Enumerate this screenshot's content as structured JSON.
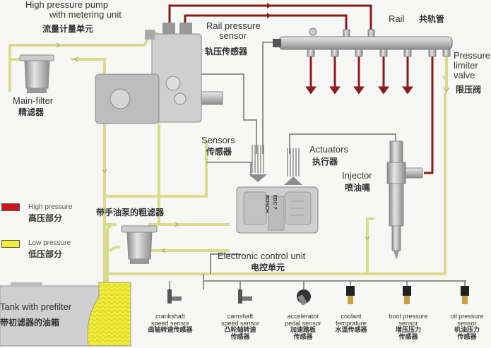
{
  "title": "Common rail fuel injection system",
  "colors": {
    "high_pressure": "#8b1a1a",
    "low_pressure": "#d8dc8c",
    "signal": "#666666",
    "legend_high": "#d0161a",
    "legend_low": "#f2ee30",
    "background": "#f7f7f5"
  },
  "labels": {
    "pump_en1": "High pressure  pump",
    "pump_en2": "with metering unit",
    "pump_cn": "流量计量单元",
    "rail_sensor_en1": "Rail pressure",
    "rail_sensor_en2": "sensor",
    "rail_sensor_cn": "轨压传感器",
    "rail_en": "Rail",
    "rail_cn": "共轨管",
    "limiter_en1": "Pressure",
    "limiter_en2": "limiter",
    "limiter_en3": "valve",
    "limiter_cn": "限压阀",
    "main_filter_en": "Main-filter",
    "main_filter_cn": "精滤器",
    "sensors_en": "Sensors",
    "sensors_cn": "传感器",
    "actuators_en": "Actuators",
    "actuators_cn": "执行器",
    "injector_en": "Injector",
    "injector_cn": "喷油嘴",
    "prefilter_cn": "带手油泵的粗滤器",
    "ecu_en": "Electronic control unit",
    "ecu_cn": "电控单元",
    "ecu_brand1": "BOSCH",
    "ecu_brand2": "EDC 7",
    "tank_en": "Tank with prefilter",
    "tank_cn": "带初滤器的油箱"
  },
  "legend": [
    {
      "en": "High pressure",
      "cn": "高压部分",
      "color": "#d0161a"
    },
    {
      "en": "Low pressure",
      "cn": "低压部分",
      "color": "#f2ee30"
    }
  ],
  "sensors": [
    {
      "en1": "crankshaft",
      "en2": "speed sensor",
      "cn1": "曲轴转速传感器",
      "cn2": "",
      "icon": "speed-sensor"
    },
    {
      "en1": "camshaft",
      "en2": "speed sensor",
      "cn1": "凸轮轴转速",
      "cn2": "传感器",
      "icon": "speed-sensor"
    },
    {
      "en1": "accelerator",
      "en2": "pedal sensor",
      "cn1": "加速踏板",
      "cn2": "传感器",
      "icon": "pedal-sensor"
    },
    {
      "en1": "coolant",
      "en2": "temprature",
      "cn1": "水温传感器",
      "cn2": "",
      "icon": "temperature-sensor"
    },
    {
      "en1": "boot pressure",
      "en2": "sensor",
      "cn1": "增压压力",
      "cn2": "传感器",
      "icon": "pressure-sensor"
    },
    {
      "en1": "oil pressure",
      "en2": "sensor",
      "cn1": "机油压力",
      "cn2": "传感器",
      "icon": "pressure-sensor"
    }
  ]
}
